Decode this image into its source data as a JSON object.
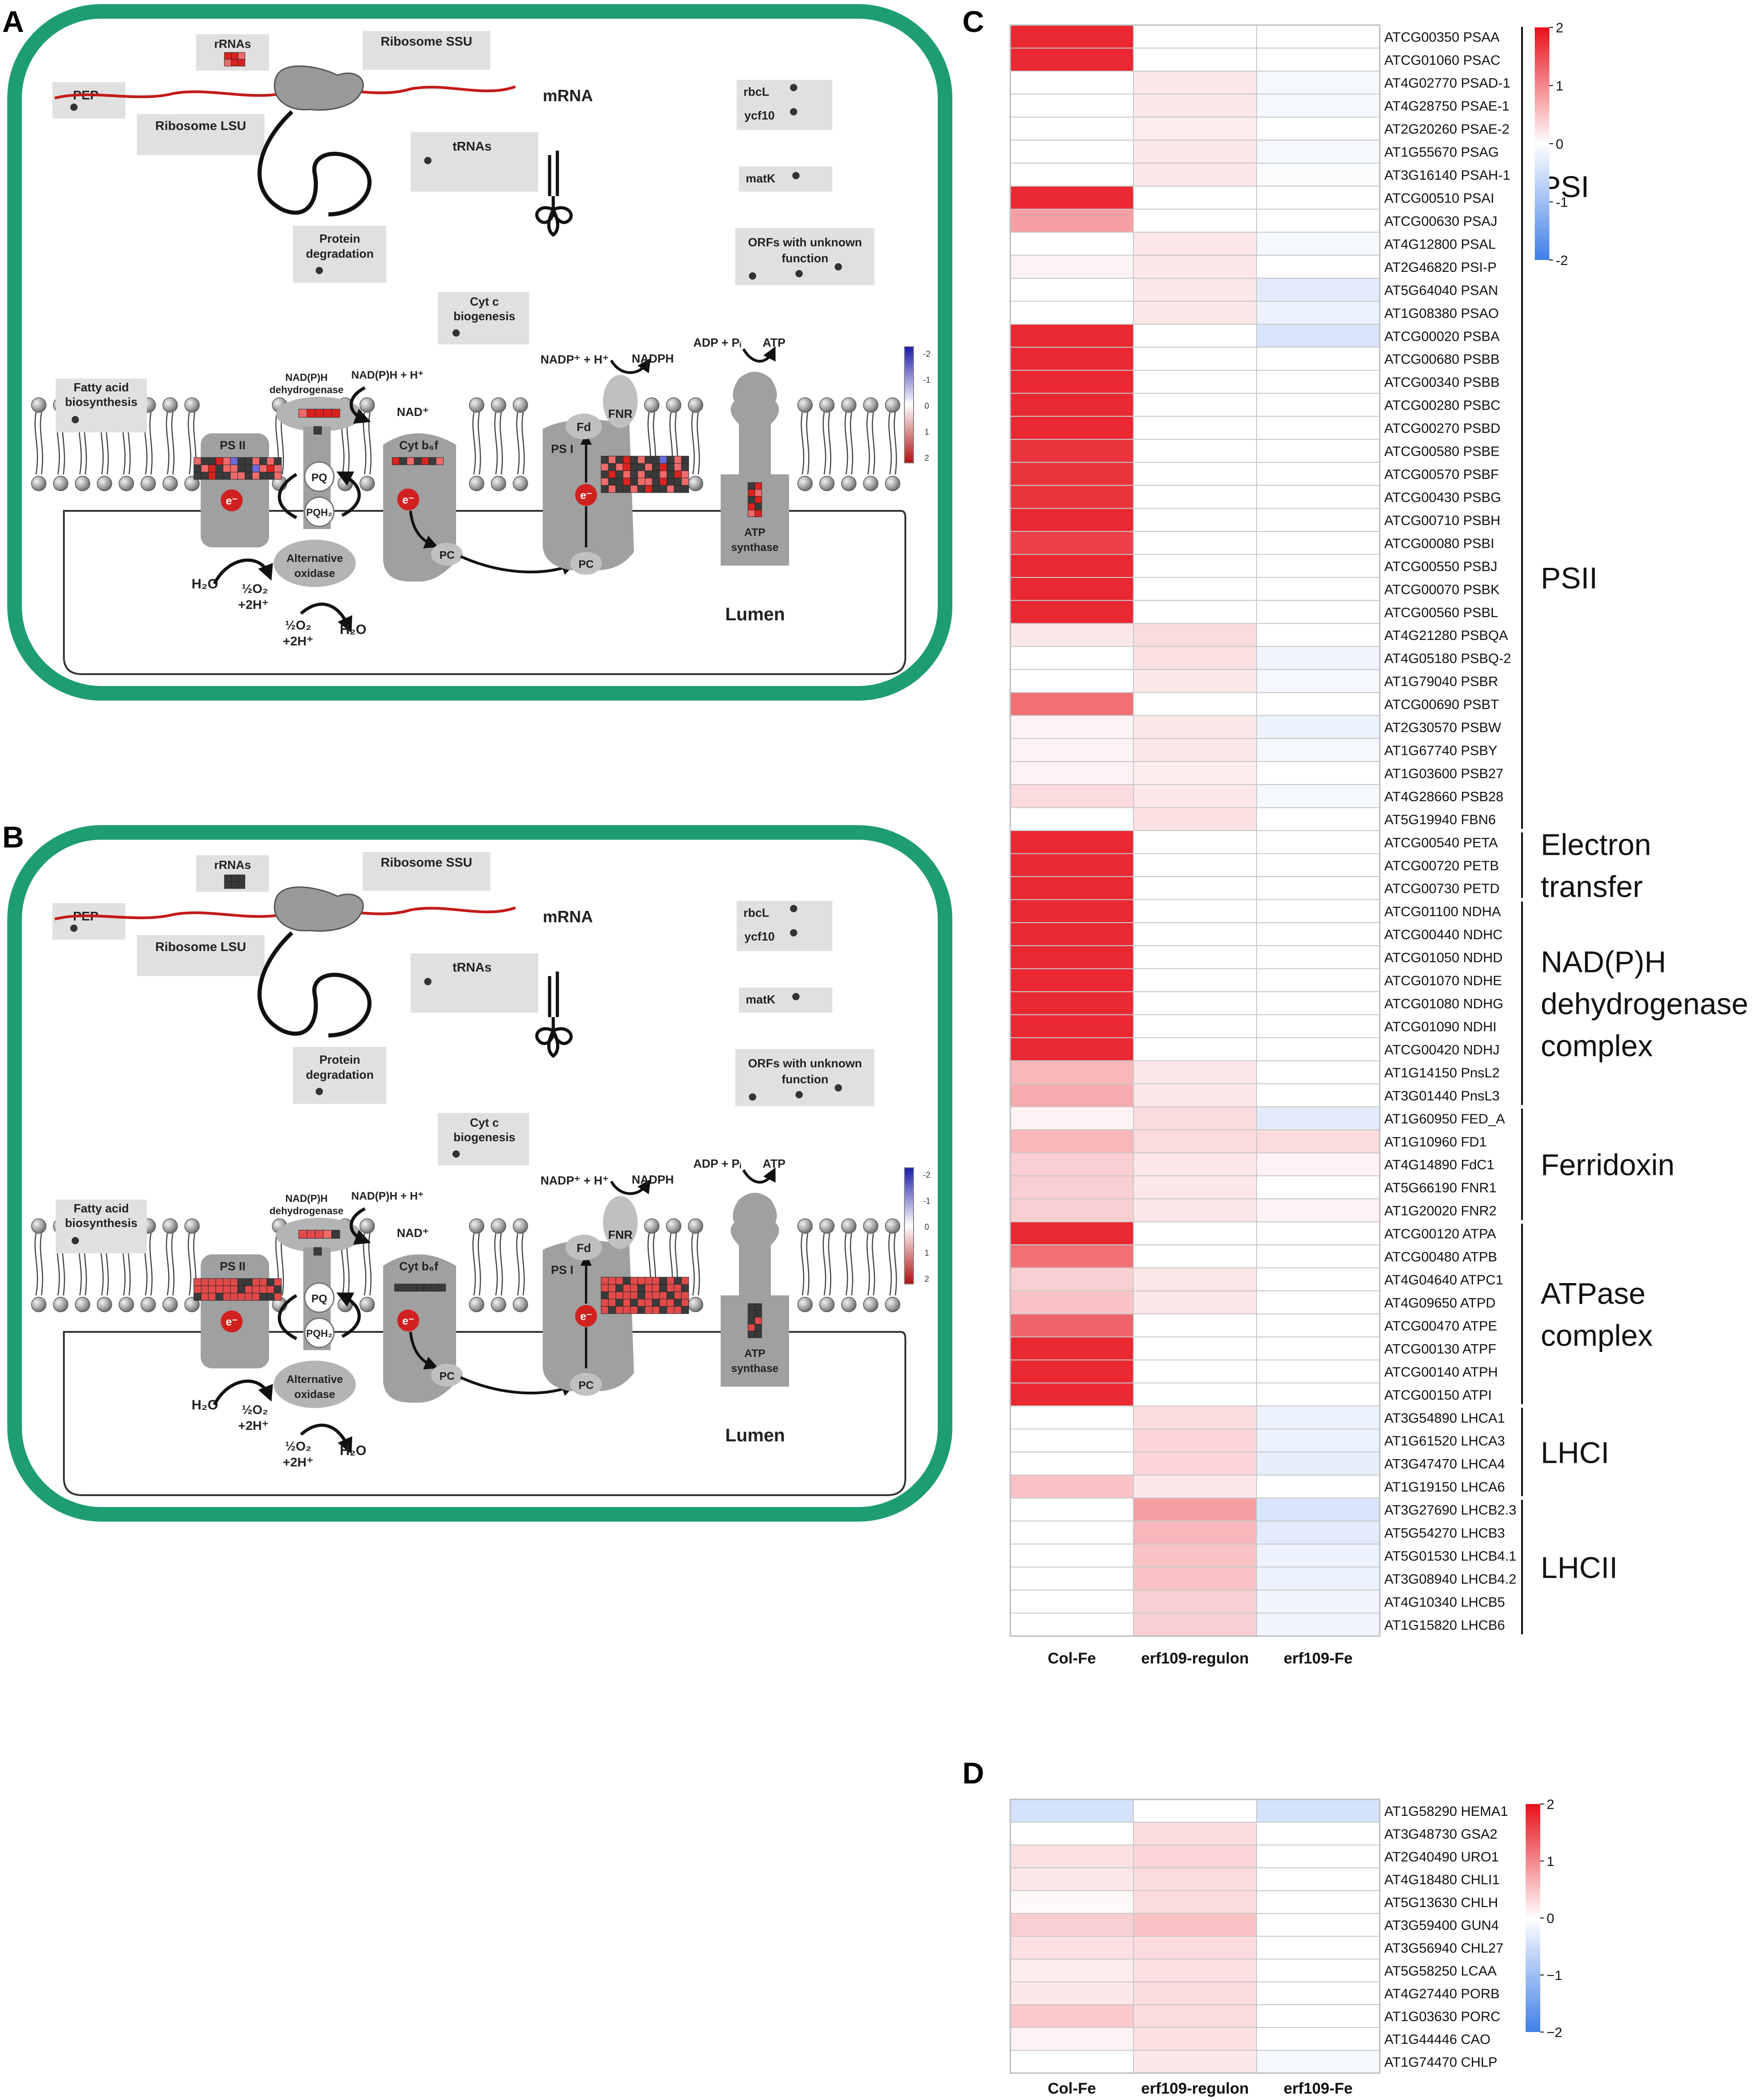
{
  "panels": {
    "A": {
      "letter": "A"
    },
    "B": {
      "letter": "B"
    },
    "C": {
      "letter": "C"
    },
    "D": {
      "letter": "D"
    }
  },
  "diagram": {
    "labels": {
      "rrnas": "rRNAs",
      "ribosome_ssu": "Ribosome SSU",
      "pep": "PEP",
      "mrna": "mRNA",
      "ribosome_lsu": "Ribosome LSU",
      "trnas": "tRNAs",
      "rbcl": "rbcL",
      "ycf10": "ycf10",
      "matk": "matK",
      "orfs_1": "ORFs with unknown",
      "orfs_2": "function",
      "protein_deg_1": "Protein",
      "protein_deg_2": "degradation",
      "cytc_1": "Cyt c",
      "cytc_2": "biogenesis",
      "fatty_1": "Fatty acid",
      "fatty_2": "biosynthesis",
      "nadph_dh_1": "NAD(P)H",
      "nadph_dh_2": "dehydrogenase",
      "nadph_h": "NAD(P)H + H⁺",
      "nad": "NAD⁺",
      "nadp_h": "NADP⁺ + H⁺",
      "nadph": "NADPH",
      "adp_pi": "ADP + Pᵢ",
      "atp": "ATP",
      "ps2": "PS II",
      "cytb6f": "Cyt b₆f",
      "ps1": "PS I",
      "fd": "Fd",
      "fnr": "FNR",
      "pq": "PQ",
      "pqh2": "PQH₂",
      "alt_ox_1": "Alternative",
      "alt_ox_2": "oxidase",
      "atp_syn_1": "ATP",
      "atp_syn_2": "synthase",
      "h2o_a": "H₂O",
      "half_o2_a1": "½O₂",
      "half_o2_a2": "+2H⁺",
      "half_o2_b1": "½O₂",
      "half_o2_b2": "+2H⁺",
      "h2o_b": "H₂O",
      "pc_1": "PC",
      "pc_2": "PC",
      "lumen": "Lumen",
      "electron": "e⁻"
    },
    "scale_ticks": [
      "-2",
      "-1",
      "0",
      "1",
      "2"
    ]
  },
  "chart_data": [
    {
      "type": "heatmap",
      "panel": "C",
      "columns": [
        "Col-Fe",
        "erf109-regulon",
        "erf109-Fe"
      ],
      "colorbar": {
        "min": -2,
        "max": 2,
        "ticks": [
          "2",
          "1",
          "0",
          "-1",
          "-2"
        ]
      },
      "rows": [
        {
          "label": "ATCG00350 PSAA",
          "values": [
            1.8,
            0.0,
            0.0
          ]
        },
        {
          "label": "ATCG01060 PSAC",
          "values": [
            1.8,
            0.0,
            0.0
          ]
        },
        {
          "label": "AT4G02770 PSAD-1",
          "values": [
            0.0,
            0.2,
            -0.1
          ]
        },
        {
          "label": "AT4G28750 PSAE-1",
          "values": [
            0.0,
            0.2,
            -0.1
          ]
        },
        {
          "label": "AT2G20260 PSAE-2",
          "values": [
            0.0,
            0.15,
            0.0
          ]
        },
        {
          "label": "AT1G55670 PSAG",
          "values": [
            0.0,
            0.2,
            -0.1
          ]
        },
        {
          "label": "AT3G16140 PSAH-1",
          "values": [
            0.0,
            0.2,
            -0.05
          ]
        },
        {
          "label": "ATCG00510 PSAI",
          "values": [
            1.8,
            0.0,
            0.0
          ]
        },
        {
          "label": "ATCG00630 PSAJ",
          "values": [
            0.8,
            0.0,
            0.0
          ]
        },
        {
          "label": "AT4G12800 PSAL",
          "values": [
            0.0,
            0.2,
            -0.1
          ]
        },
        {
          "label": "AT2G46820 PSI-P",
          "values": [
            0.1,
            0.2,
            0.0
          ]
        },
        {
          "label": "AT5G64040 PSAN",
          "values": [
            0.0,
            0.2,
            -0.3
          ]
        },
        {
          "label": "AT1G08380 PSAO",
          "values": [
            0.0,
            0.2,
            -0.2
          ]
        },
        {
          "label": "ATCG00020 PSBA",
          "values": [
            1.8,
            0.0,
            -0.4
          ]
        },
        {
          "label": "ATCG00680 PSBB",
          "values": [
            1.8,
            0.0,
            0.0
          ]
        },
        {
          "label": "ATCG00340 PSBB",
          "values": [
            1.8,
            0.0,
            0.0
          ]
        },
        {
          "label": "ATCG00280 PSBC",
          "values": [
            1.8,
            0.0,
            0.0
          ]
        },
        {
          "label": "ATCG00270 PSBD",
          "values": [
            1.8,
            0.0,
            0.0
          ]
        },
        {
          "label": "ATCG00580 PSBE",
          "values": [
            1.7,
            0.0,
            0.0
          ]
        },
        {
          "label": "ATCG00570 PSBF",
          "values": [
            1.7,
            0.0,
            0.0
          ]
        },
        {
          "label": "ATCG00430 PSBG",
          "values": [
            1.7,
            0.0,
            0.0
          ]
        },
        {
          "label": "ATCG00710 PSBH",
          "values": [
            1.8,
            0.0,
            0.0
          ]
        },
        {
          "label": "ATCG00080 PSBI",
          "values": [
            1.6,
            0.0,
            0.0
          ]
        },
        {
          "label": "ATCG00550 PSBJ",
          "values": [
            1.8,
            0.0,
            0.0
          ]
        },
        {
          "label": "ATCG00070 PSBK",
          "values": [
            1.8,
            0.0,
            0.0
          ]
        },
        {
          "label": "ATCG00560 PSBL",
          "values": [
            1.8,
            0.0,
            0.0
          ]
        },
        {
          "label": "AT4G21280 PSBQA",
          "values": [
            0.2,
            0.3,
            0.0
          ]
        },
        {
          "label": "AT4G05180 PSBQ-2",
          "values": [
            0.0,
            0.25,
            -0.15
          ]
        },
        {
          "label": "AT1G79040 PSBR",
          "values": [
            0.0,
            0.2,
            -0.1
          ]
        },
        {
          "label": "ATCG00690 PSBT",
          "values": [
            1.2,
            0.0,
            0.0
          ]
        },
        {
          "label": "AT2G30570 PSBW",
          "values": [
            0.1,
            0.2,
            -0.2
          ]
        },
        {
          "label": "AT1G67740 PSBY",
          "values": [
            0.1,
            0.2,
            -0.1
          ]
        },
        {
          "label": "AT1G03600 PSB27",
          "values": [
            0.1,
            0.15,
            0.0
          ]
        },
        {
          "label": "AT4G28660 PSB28",
          "values": [
            0.3,
            0.2,
            -0.1
          ]
        },
        {
          "label": "AT5G19940 FBN6",
          "values": [
            0.0,
            0.25,
            0.0
          ]
        },
        {
          "label": "ATCG00540 PETA",
          "values": [
            1.8,
            0.0,
            0.0
          ]
        },
        {
          "label": "ATCG00720 PETB",
          "values": [
            1.8,
            0.0,
            0.0
          ]
        },
        {
          "label": "ATCG00730 PETD",
          "values": [
            1.8,
            0.0,
            0.0
          ]
        },
        {
          "label": "ATCG01100 NDHA",
          "values": [
            1.8,
            0.0,
            0.0
          ]
        },
        {
          "label": "ATCG00440 NDHC",
          "values": [
            1.8,
            0.0,
            0.0
          ]
        },
        {
          "label": "ATCG01050 NDHD",
          "values": [
            1.8,
            0.0,
            0.0
          ]
        },
        {
          "label": "ATCG01070 NDHE",
          "values": [
            1.8,
            0.0,
            0.0
          ]
        },
        {
          "label": "ATCG01080 NDHG",
          "values": [
            1.8,
            0.0,
            0.0
          ]
        },
        {
          "label": "ATCG01090 NDHI",
          "values": [
            1.8,
            0.0,
            0.0
          ]
        },
        {
          "label": "ATCG00420 NDHJ",
          "values": [
            1.8,
            0.0,
            0.0
          ]
        },
        {
          "label": "AT1G14150 PnsL2",
          "values": [
            0.6,
            0.2,
            0.0
          ]
        },
        {
          "label": "AT3G01440 PnsL3",
          "values": [
            0.7,
            0.2,
            0.0
          ]
        },
        {
          "label": "AT1G60950 FED_A",
          "values": [
            0.1,
            0.3,
            -0.3
          ]
        },
        {
          "label": "AT1G10960 FD1",
          "values": [
            0.6,
            0.3,
            0.3
          ]
        },
        {
          "label": "AT4G14890 FdC1",
          "values": [
            0.4,
            0.2,
            0.1
          ]
        },
        {
          "label": "AT5G66190 FNR1",
          "values": [
            0.4,
            0.2,
            0.0
          ]
        },
        {
          "label": "AT1G20020 FNR2",
          "values": [
            0.4,
            0.2,
            0.1
          ]
        },
        {
          "label": "ATCG00120 ATPA",
          "values": [
            1.8,
            0.0,
            0.0
          ]
        },
        {
          "label": "ATCG00480 ATPB",
          "values": [
            1.2,
            0.0,
            0.0
          ]
        },
        {
          "label": "AT4G04640 ATPC1",
          "values": [
            0.4,
            0.2,
            0.0
          ]
        },
        {
          "label": "AT4G09650 ATPD",
          "values": [
            0.5,
            0.2,
            0.0
          ]
        },
        {
          "label": "ATCG00470 ATPE",
          "values": [
            1.3,
            0.0,
            0.0
          ]
        },
        {
          "label": "ATCG00130 ATPF",
          "values": [
            1.8,
            0.0,
            0.0
          ]
        },
        {
          "label": "ATCG00140 ATPH",
          "values": [
            1.8,
            0.0,
            0.0
          ]
        },
        {
          "label": "ATCG00150 ATPI",
          "values": [
            1.8,
            0.0,
            0.0
          ]
        },
        {
          "label": "AT3G54890 LHCA1",
          "values": [
            0.0,
            0.3,
            -0.2
          ]
        },
        {
          "label": "AT1G61520 LHCA3",
          "values": [
            0.0,
            0.35,
            -0.2
          ]
        },
        {
          "label": "AT3G47470 LHCA4",
          "values": [
            0.0,
            0.35,
            -0.25
          ]
        },
        {
          "label": "AT1G19150 LHCA6",
          "values": [
            0.5,
            0.2,
            0.0
          ]
        },
        {
          "label": "AT3G27690 LHCB2.3",
          "values": [
            0.0,
            0.8,
            -0.4
          ]
        },
        {
          "label": "AT5G54270 LHCB3",
          "values": [
            0.0,
            0.6,
            -0.3
          ]
        },
        {
          "label": "AT5G01530 LHCB4.1",
          "values": [
            0.0,
            0.5,
            -0.2
          ]
        },
        {
          "label": "AT3G08940 LHCB4.2",
          "values": [
            0.0,
            0.5,
            -0.2
          ]
        },
        {
          "label": "AT4G10340 LHCB5",
          "values": [
            0.0,
            0.4,
            -0.15
          ]
        },
        {
          "label": "AT1G15820 LHCB6",
          "values": [
            0.0,
            0.4,
            -0.15
          ]
        }
      ],
      "groups": [
        {
          "label_lines": [
            "PSI"
          ],
          "start": 0,
          "end": 13
        },
        {
          "label_lines": [
            "PSII"
          ],
          "start": 13,
          "end": 34
        },
        {
          "label_lines": [
            "Electron",
            "transfer"
          ],
          "start": 35,
          "end": 37
        },
        {
          "label_lines": [
            "NAD(P)H",
            "dehydrogenase",
            "complex"
          ],
          "start": 38,
          "end": 46
        },
        {
          "label_lines": [
            "Ferridoxin"
          ],
          "start": 47,
          "end": 51
        },
        {
          "label_lines": [
            "ATPase",
            "complex"
          ],
          "start": 52,
          "end": 59
        },
        {
          "label_lines": [
            "LHCI"
          ],
          "start": 60,
          "end": 63
        },
        {
          "label_lines": [
            "LHCII"
          ],
          "start": 64,
          "end": 69
        }
      ]
    },
    {
      "type": "heatmap",
      "panel": "D",
      "columns": [
        "Col-Fe",
        "erf109-regulon",
        "erf109-Fe"
      ],
      "colorbar": {
        "min": -2,
        "max": 2,
        "ticks": [
          "2",
          "1",
          "0",
          "−1",
          "−2"
        ]
      },
      "rows": [
        {
          "label": "AT1G58290 HEMA1",
          "values": [
            -0.45,
            0.0,
            -0.45
          ]
        },
        {
          "label": "AT3G48730 GSA2",
          "values": [
            0.0,
            0.3,
            0.0
          ]
        },
        {
          "label": "AT2G40490 URO1",
          "values": [
            0.25,
            0.35,
            0.0
          ]
        },
        {
          "label": "AT4G18480 CHLI1",
          "values": [
            0.2,
            0.3,
            0.0
          ]
        },
        {
          "label": "AT5G13630 CHLH",
          "values": [
            0.05,
            0.3,
            0.0
          ]
        },
        {
          "label": "AT3G59400 GUN4",
          "values": [
            0.4,
            0.5,
            0.0
          ]
        },
        {
          "label": "AT3G56940 CHL27",
          "values": [
            0.25,
            0.3,
            0.0
          ]
        },
        {
          "label": "AT5G58250 LCAA",
          "values": [
            0.15,
            0.25,
            0.0
          ]
        },
        {
          "label": "AT4G27440 PORB",
          "values": [
            0.2,
            0.3,
            0.0
          ]
        },
        {
          "label": "AT1G03630 PORC",
          "values": [
            0.45,
            0.3,
            0.0
          ]
        },
        {
          "label": "AT1G44446 CAO",
          "values": [
            0.1,
            0.25,
            0.0
          ]
        },
        {
          "label": "AT1G74470 CHLP",
          "values": [
            0.0,
            0.2,
            -0.1
          ]
        }
      ]
    }
  ]
}
